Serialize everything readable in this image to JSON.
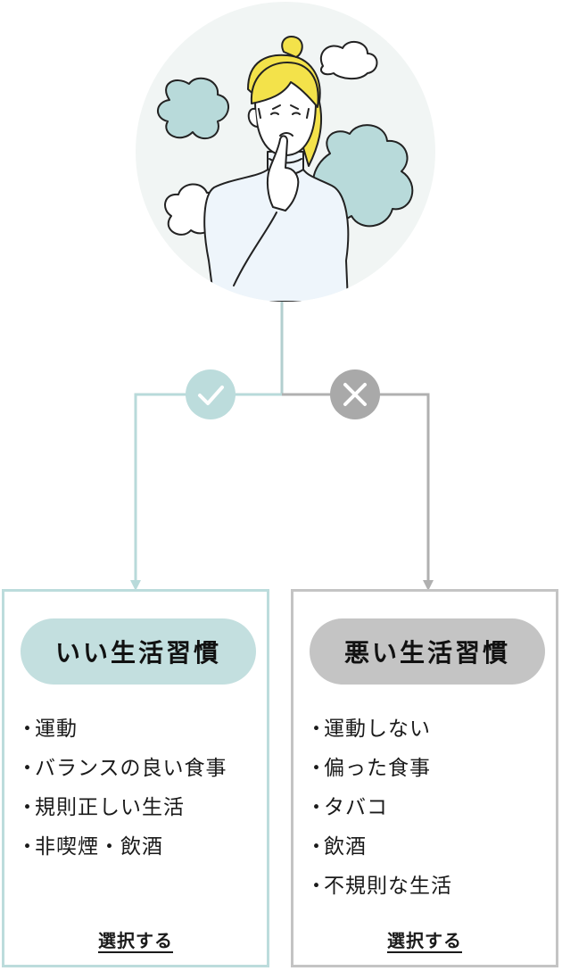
{
  "good": {
    "title": "いい生活習慣",
    "items": [
      "運動",
      "バランスの良い食事",
      "規則正しい生活",
      "非喫煙・飲酒"
    ],
    "select_label": "選択する",
    "color": "#c3dfdf",
    "icon": "check-icon"
  },
  "bad": {
    "title": "悪い生活習慣",
    "items": [
      "運動しない",
      "偏った食事",
      "タバコ",
      "飲酒",
      "不規則な生活"
    ],
    "select_label": "選択する",
    "color": "#c4c4c4",
    "icon": "x-icon"
  },
  "bullet": "・"
}
